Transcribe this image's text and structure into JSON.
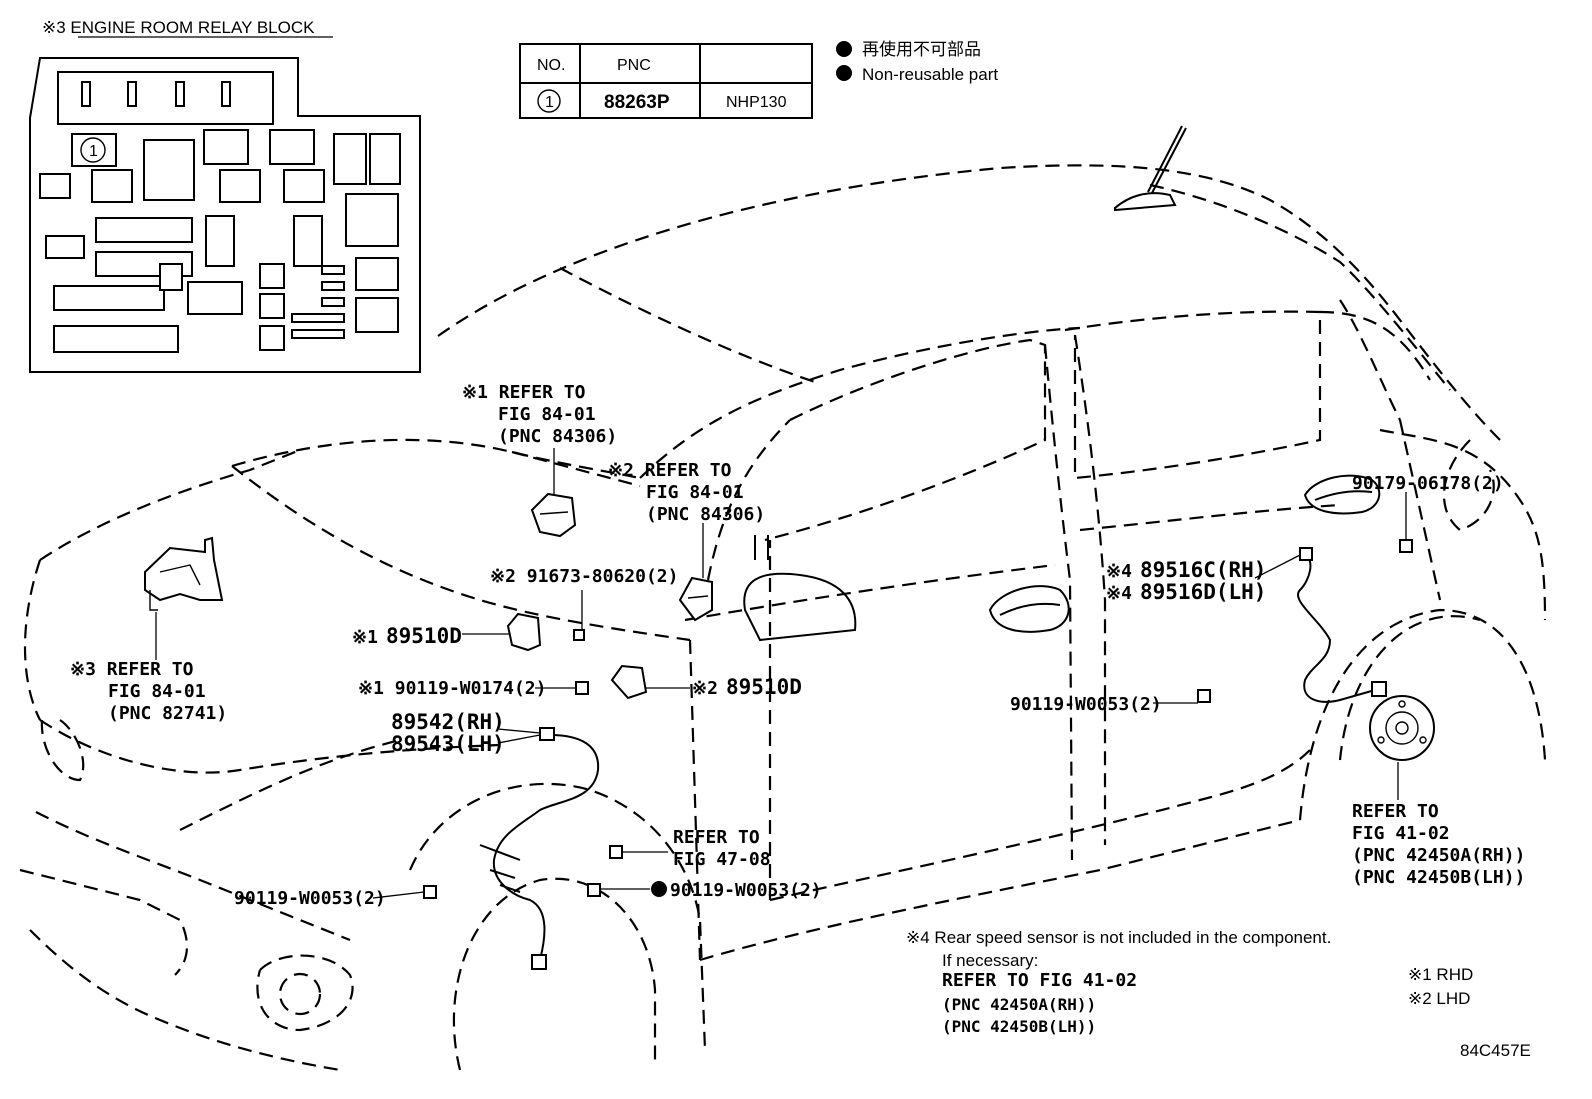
{
  "relay_block": {
    "title": "※3 ENGINE ROOM RELAY BLOCK",
    "marker": "1"
  },
  "table": {
    "headers": [
      "NO.",
      "PNC",
      ""
    ],
    "rows": [
      {
        "no": "1",
        "pnc": "88263P",
        "model": "NHP130"
      }
    ]
  },
  "legend": {
    "items": [
      {
        "label": "再使用不可部品"
      },
      {
        "label": "Non-reusable part"
      }
    ]
  },
  "callouts": {
    "ref1": {
      "l1": "※1 REFER TO",
      "l2": "FIG 84-01",
      "l3": "(PNC 84306)"
    },
    "ref2": {
      "l1": "※2 REFER TO",
      "l2": "FIG 84-01",
      "l3": "(PNC 84306)"
    },
    "ref3": {
      "l1": "※3 REFER TO",
      "l2": "FIG 84-01",
      "l3": "(PNC 82741)"
    },
    "ref4": {
      "l1": "REFER TO",
      "l2": "FIG 47-08"
    },
    "ref5": {
      "l1": "REFER TO",
      "l2": "FIG 41-02",
      "l3": "(PNC 42450A(RH))",
      "l4": "(PNC 42450B(LH))"
    },
    "p_91673": "※2 91673-80620(2)",
    "p_89510d_1_prefix": "※1",
    "p_89510d_1": "89510D",
    "p_89510d_2_prefix": "※2",
    "p_89510d_2": "89510D",
    "p_90119_0174": "※1 90119-W0174(2)",
    "p_89542": "89542(RH)",
    "p_89543": "89543(LH)",
    "p_90119_0053_a": "90119-W0053(2)",
    "p_90119_0053_b": "90119-W0053(2)",
    "p_90119_0053_c": "90119-W0053(2)",
    "p_90179": "90179-06178(2)",
    "p_89516c_prefix": "※4",
    "p_89516c": "89516C(RH)",
    "p_89516d_prefix": "※4",
    "p_89516d": "89516D(LH)"
  },
  "footnote": {
    "line1": "※4 Rear speed sensor is not included in the component.",
    "line2": "If necessary:",
    "line3": "REFER TO FIG 41-02",
    "line4": "(PNC 42450A(RH))",
    "line5": "(PNC 42450B(LH))"
  },
  "key": {
    "k1": "※1 RHD",
    "k2": "※2 LHD"
  },
  "figure_id": "84C457E"
}
